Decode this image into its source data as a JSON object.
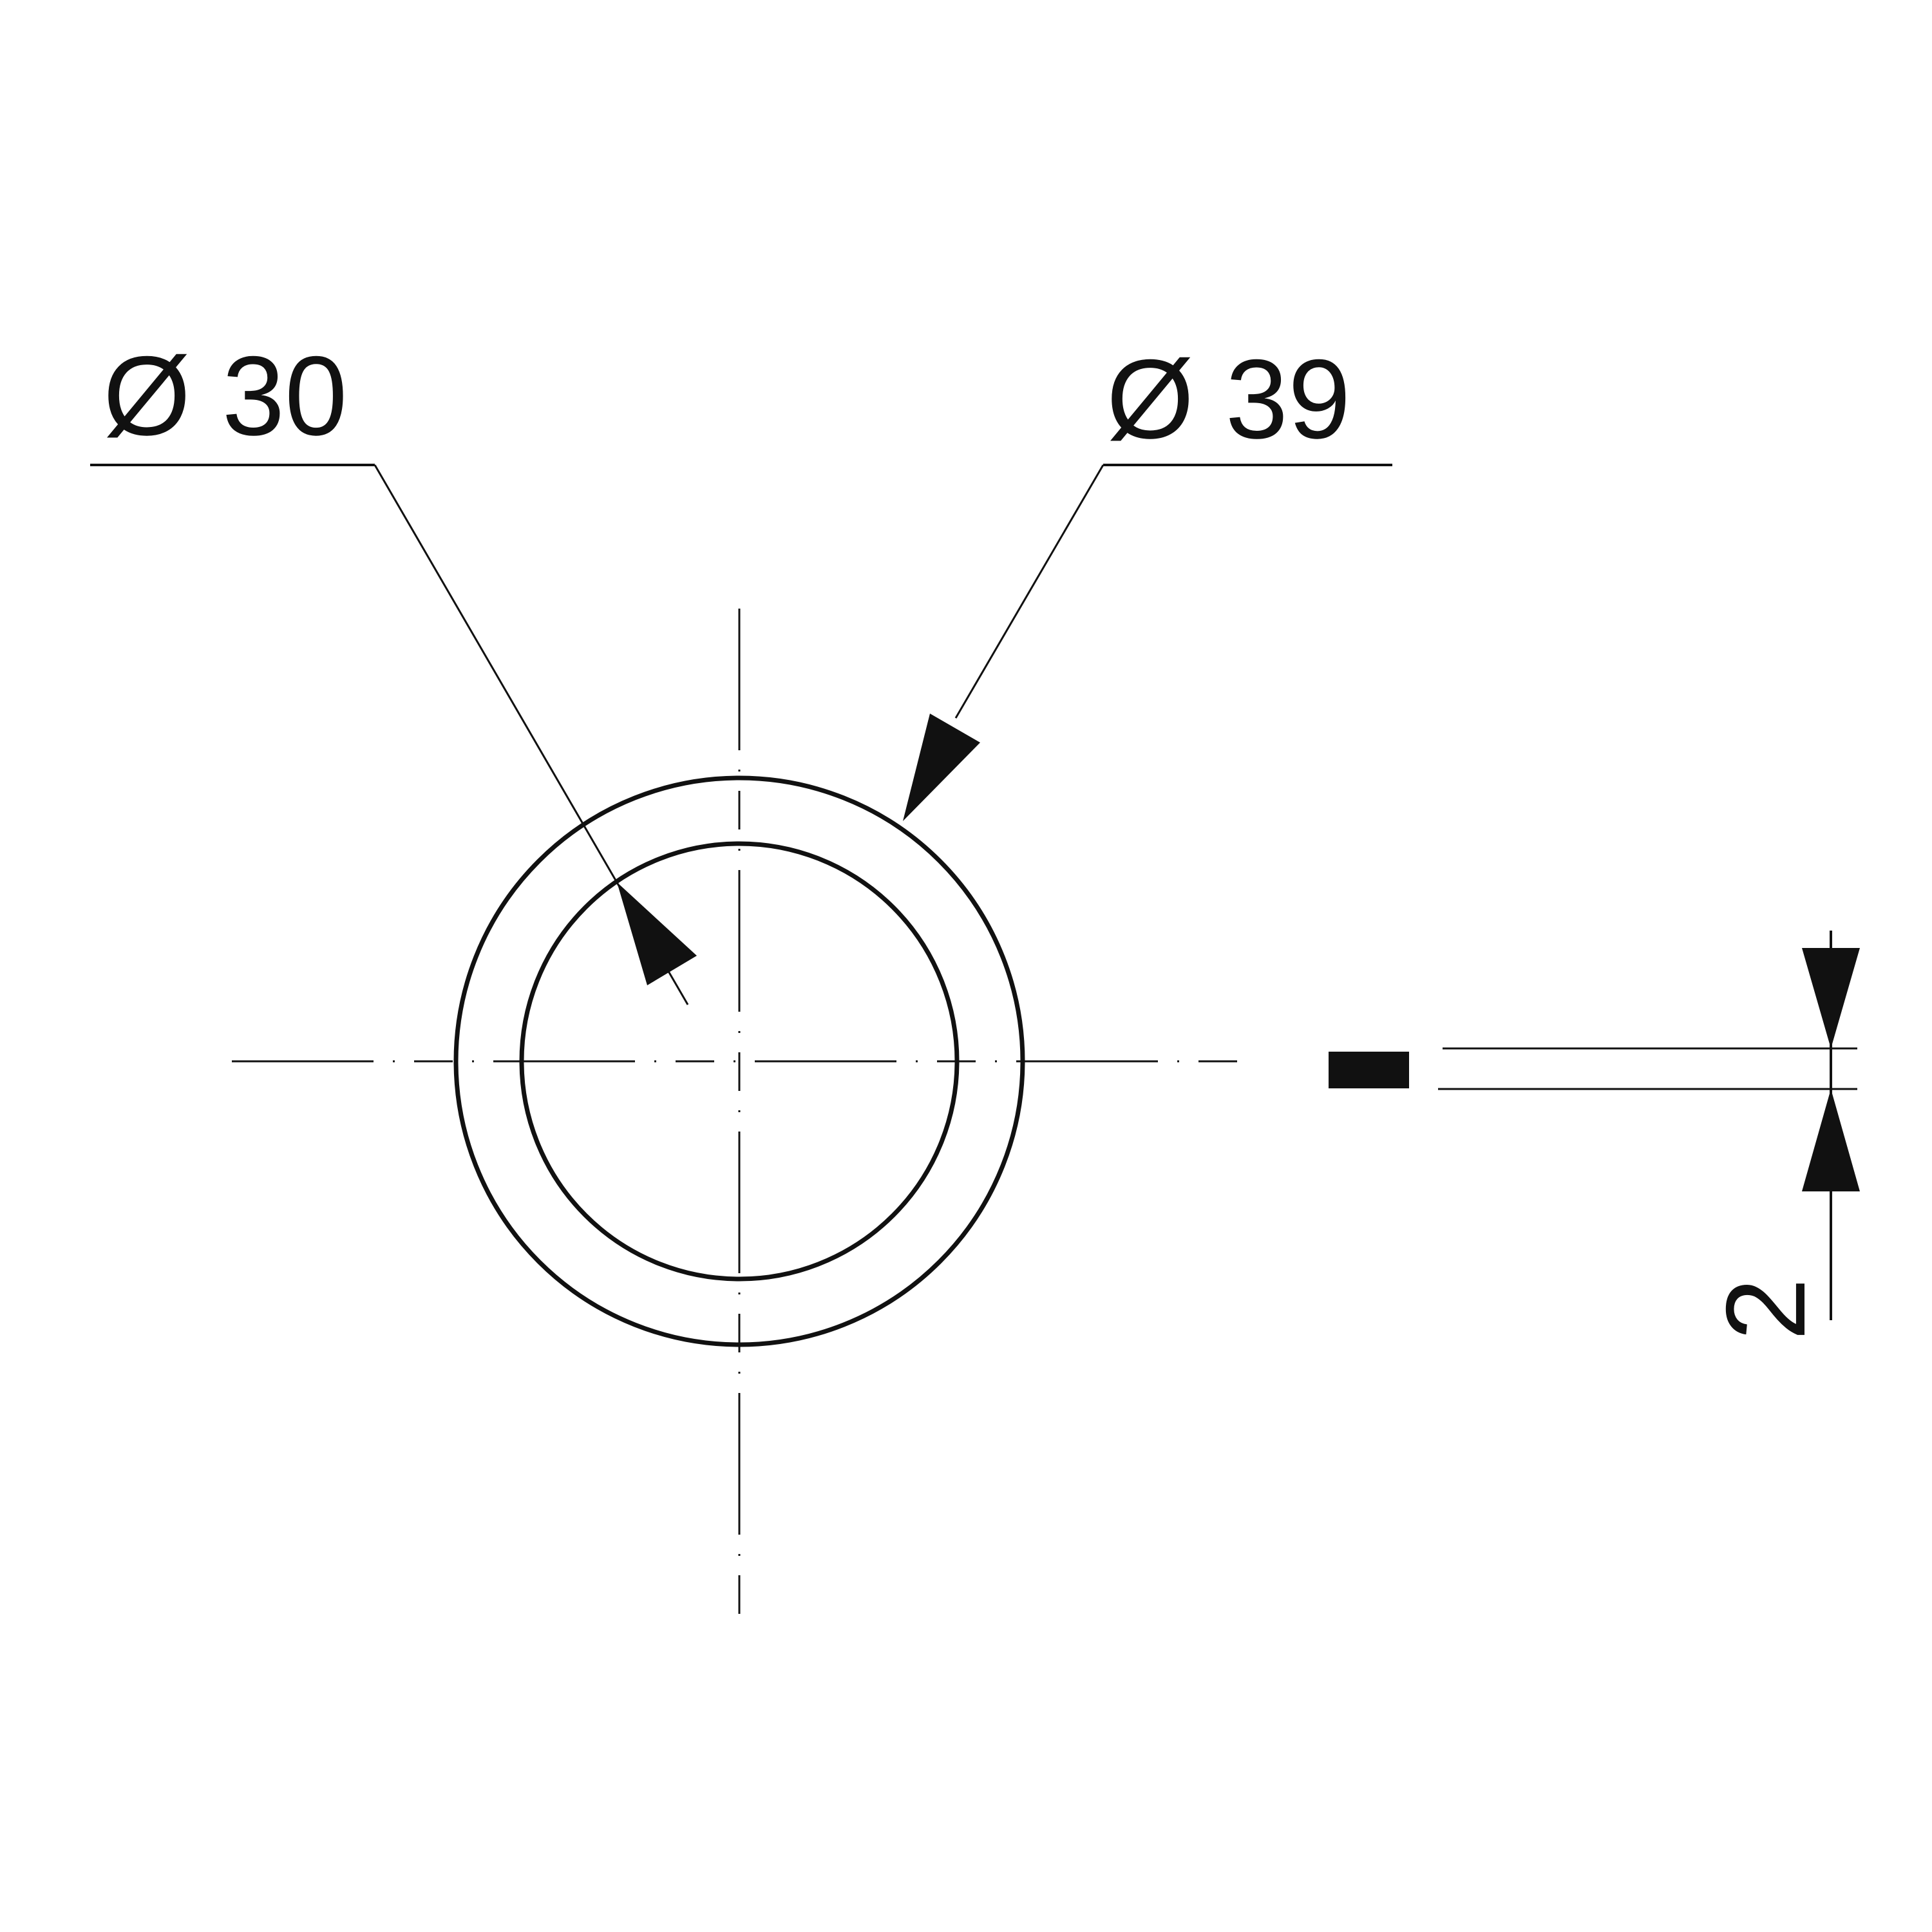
{
  "drawing": {
    "type": "technical drawing - washer / ring",
    "colors": {
      "line": "#111111",
      "background": "#ffffff"
    },
    "dimensions": {
      "inner_diameter": {
        "label": "Ø 30",
        "value": 30,
        "symbol": "diameter"
      },
      "outer_diameter": {
        "label": "Ø 39",
        "value": 39,
        "symbol": "diameter"
      },
      "thickness": {
        "label": "2",
        "value": 2
      }
    }
  }
}
